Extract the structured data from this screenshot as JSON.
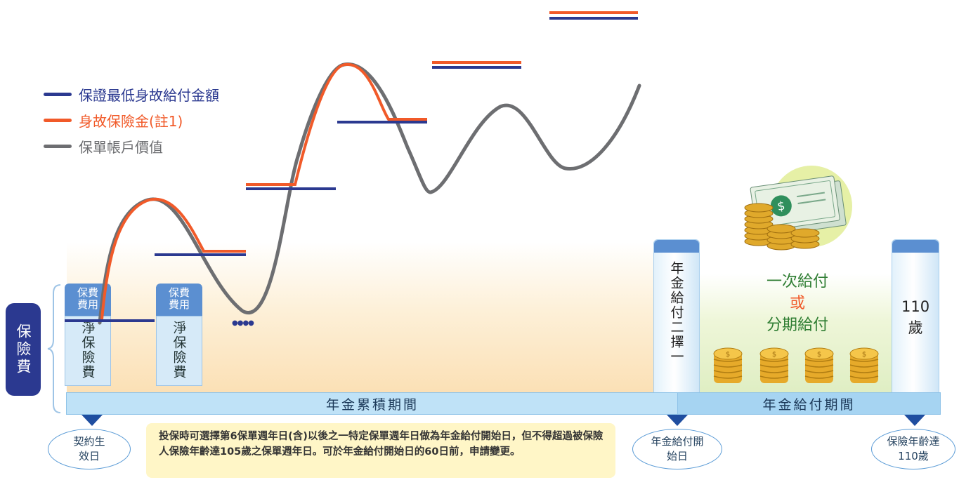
{
  "legend": {
    "guaranteed_min": "保證最低身故給付金額",
    "death_benefit": "身故保險金(註1)",
    "account_value": "保單帳戶價值"
  },
  "colors": {
    "guaranteed_min": "#2b3990",
    "death_benefit": "#f15a29",
    "account_value": "#6d6e71",
    "premium_badge": "#2b3990",
    "highlight_note": "#fff6c7"
  },
  "premium_label": "保險費",
  "towers": {
    "fee_label_1": "保費費用",
    "net_label_1": "淨保險費",
    "fee_label_2": "保費費用",
    "net_label_2": "淨保險費",
    "annuity_choice": "年金給付二擇一",
    "age_110": "110歲"
  },
  "dots": "●●●●",
  "options": {
    "lump_sum": "一次給付",
    "or": "或",
    "installments": "分期給付"
  },
  "periods": {
    "accumulation": "年金累積期間",
    "payout": "年金給付期間"
  },
  "milestones": {
    "effective_date": "契約生效日",
    "payout_start": "年金給付開始日",
    "age_110": "保險年齡達110歲"
  },
  "note": "投保時可選擇第6保單週年日(含)以後之一特定保單週年日做為年金給付開始日，但不得超過被保險人保險年齡達105歲之保單週年日。可於年金給付開始日的60日前，申請變更。"
}
